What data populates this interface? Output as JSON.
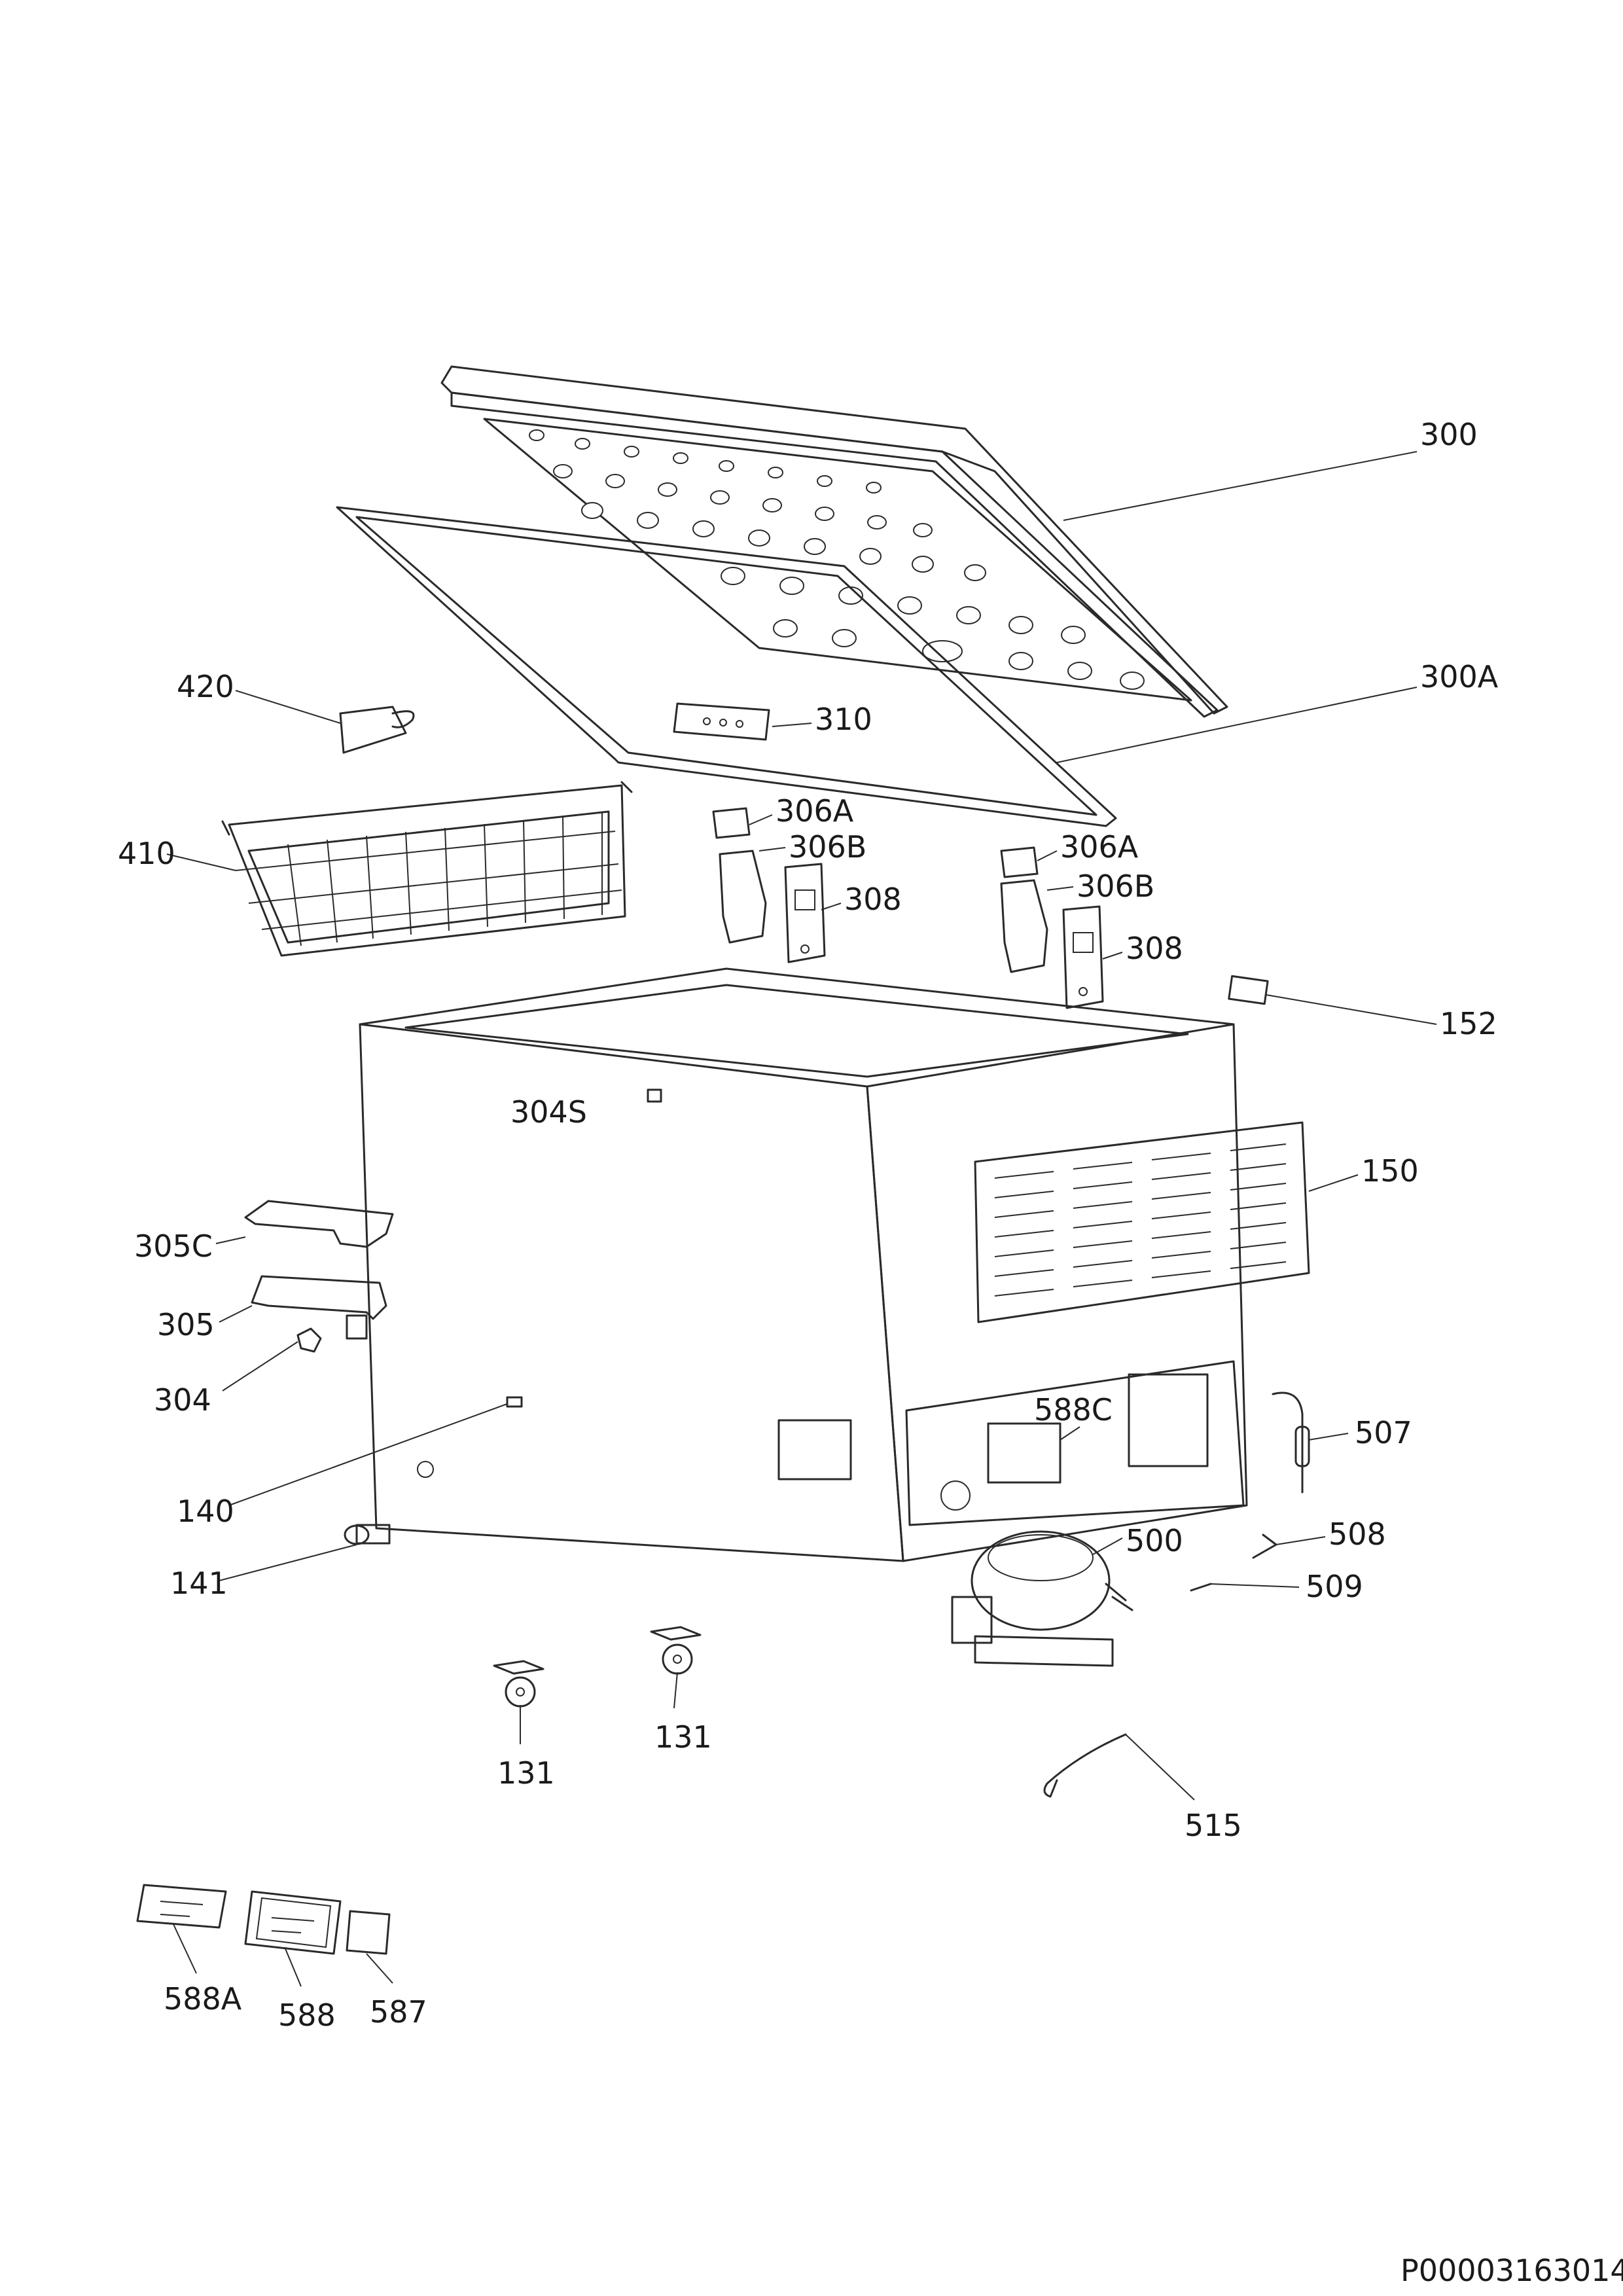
{
  "document_id": "P00003163014",
  "callouts": [
    {
      "id": "c300",
      "text": "300"
    },
    {
      "id": "c300a",
      "text": "300A"
    },
    {
      "id": "c420",
      "text": "420"
    },
    {
      "id": "c310",
      "text": "310"
    },
    {
      "id": "c410",
      "text": "410"
    },
    {
      "id": "c306a1",
      "text": "306A"
    },
    {
      "id": "c306b1",
      "text": "306B"
    },
    {
      "id": "c308a",
      "text": "308"
    },
    {
      "id": "c306a2",
      "text": "306A"
    },
    {
      "id": "c306b2",
      "text": "306B"
    },
    {
      "id": "c308b",
      "text": "308"
    },
    {
      "id": "c152",
      "text": "152"
    },
    {
      "id": "c304s",
      "text": "304S"
    },
    {
      "id": "c150",
      "text": "150"
    },
    {
      "id": "c305c",
      "text": "305C"
    },
    {
      "id": "c305",
      "text": "305"
    },
    {
      "id": "c304",
      "text": "304"
    },
    {
      "id": "c588c",
      "text": "588C"
    },
    {
      "id": "c507",
      "text": "507"
    },
    {
      "id": "c140",
      "text": "140"
    },
    {
      "id": "c500",
      "text": "500"
    },
    {
      "id": "c508",
      "text": "508"
    },
    {
      "id": "c141",
      "text": "141"
    },
    {
      "id": "c509",
      "text": "509"
    },
    {
      "id": "c131a",
      "text": "131"
    },
    {
      "id": "c131b",
      "text": "131"
    },
    {
      "id": "c515",
      "text": "515"
    },
    {
      "id": "c588a",
      "text": "588A"
    },
    {
      "id": "c588",
      "text": "588"
    },
    {
      "id": "c587",
      "text": "587"
    }
  ]
}
